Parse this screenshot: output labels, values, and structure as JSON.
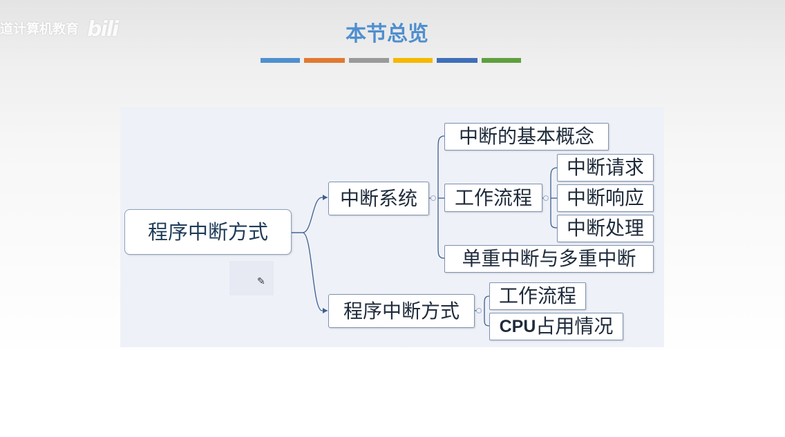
{
  "watermark": {
    "text": "道计算机教育",
    "logo": "bili"
  },
  "title": "本节总览",
  "divider_colors": [
    "#4f8fcf",
    "#e07a30",
    "#9a9a9a",
    "#f5b800",
    "#3f6fb8",
    "#5f9f3f"
  ],
  "mindmap": {
    "root": "程序中断方式",
    "branch1": {
      "label": "中断系统",
      "children": {
        "concept": "中断的基本概念",
        "workflow": "工作流程",
        "workflow_children": [
          "中断请求",
          "中断响应",
          "中断处理"
        ],
        "multi": "单重中断与多重中断"
      }
    },
    "branch2": {
      "label": "程序中断方式",
      "children": {
        "workflow": "工作流程",
        "cpu_prefix": "CPU",
        "cpu_suffix": "占用情况"
      }
    }
  },
  "colors": {
    "connector": "#3c5f8c",
    "node_border": "#7d92b0"
  }
}
